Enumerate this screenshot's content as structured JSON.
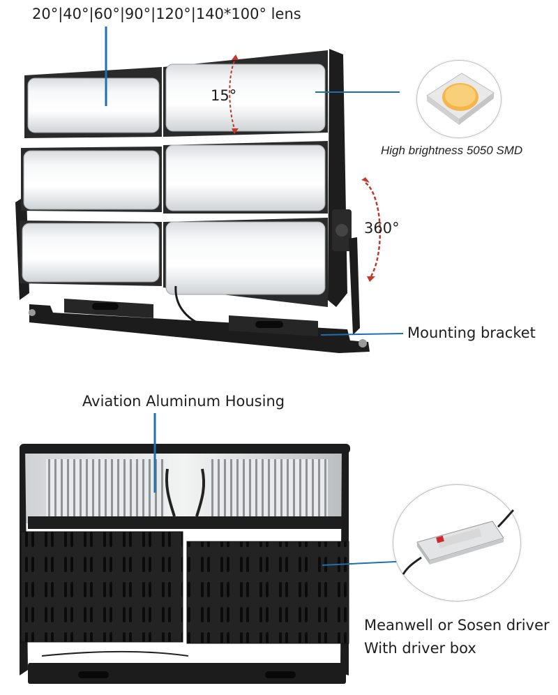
{
  "top_section": {
    "lens_label": "20°|40°|60°|90°|120°|140*100° lens",
    "tilt_label": "15°",
    "rotation_label": "360°",
    "smd_label": "High brightness 5050 SMD",
    "bracket_label": "Mounting bracket"
  },
  "bottom_section": {
    "housing_label": "Aviation Aluminum Housing",
    "driver_label_line1": "Meanwell or Sosen driver",
    "driver_label_line2": "With driver box"
  },
  "colors": {
    "callout_line": "#1e6fb0",
    "rotation_arrow": "#c0392b",
    "housing_black": "#1b1b1b",
    "lens_white": "#f1f3f4",
    "smd_chip_yellow": "#f7c35a"
  }
}
